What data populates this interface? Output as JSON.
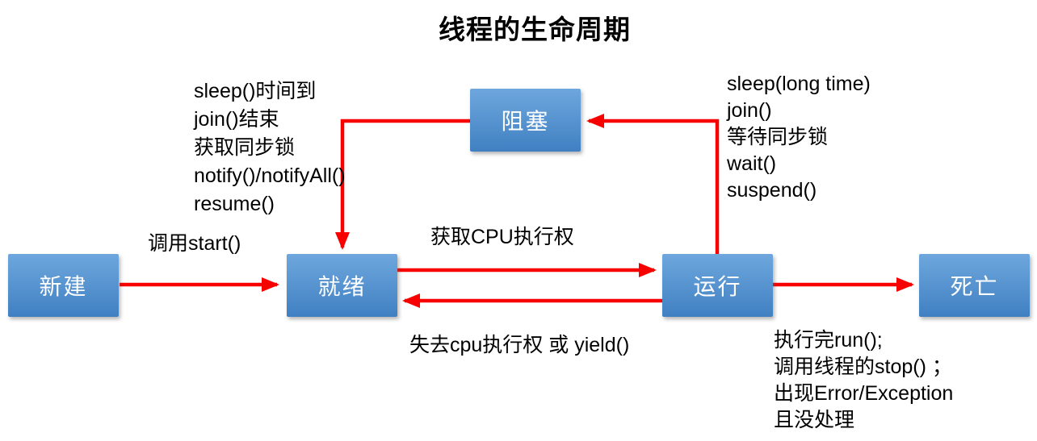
{
  "title": "线程的生命周期",
  "nodes": {
    "new": {
      "label": "新建"
    },
    "ready": {
      "label": "就绪"
    },
    "running": {
      "label": "运行"
    },
    "blocked": {
      "label": "阻塞"
    },
    "dead": {
      "label": "死亡"
    }
  },
  "labels": {
    "call_start": "调用start()",
    "acquire_cpu": "获取CPU执行权",
    "lose_cpu": "失去cpu执行权 或 yield()",
    "unblock_reasons": "sleep()时间到\njoin()结束\n获取同步锁\nnotify()/notifyAll()\nresume()",
    "block_reasons": "sleep(long time)\njoin()\n等待同步锁\nwait()\nsuspend()",
    "death_reasons": "执行完run();\n调用线程的stop() ；\n出现Error/Exception\n且没处理"
  },
  "colors": {
    "arrow": "#f80000",
    "box_top": "#6ea7dd",
    "box_bottom": "#4080c2",
    "box_text": "#ffffff",
    "text": "#000000"
  }
}
